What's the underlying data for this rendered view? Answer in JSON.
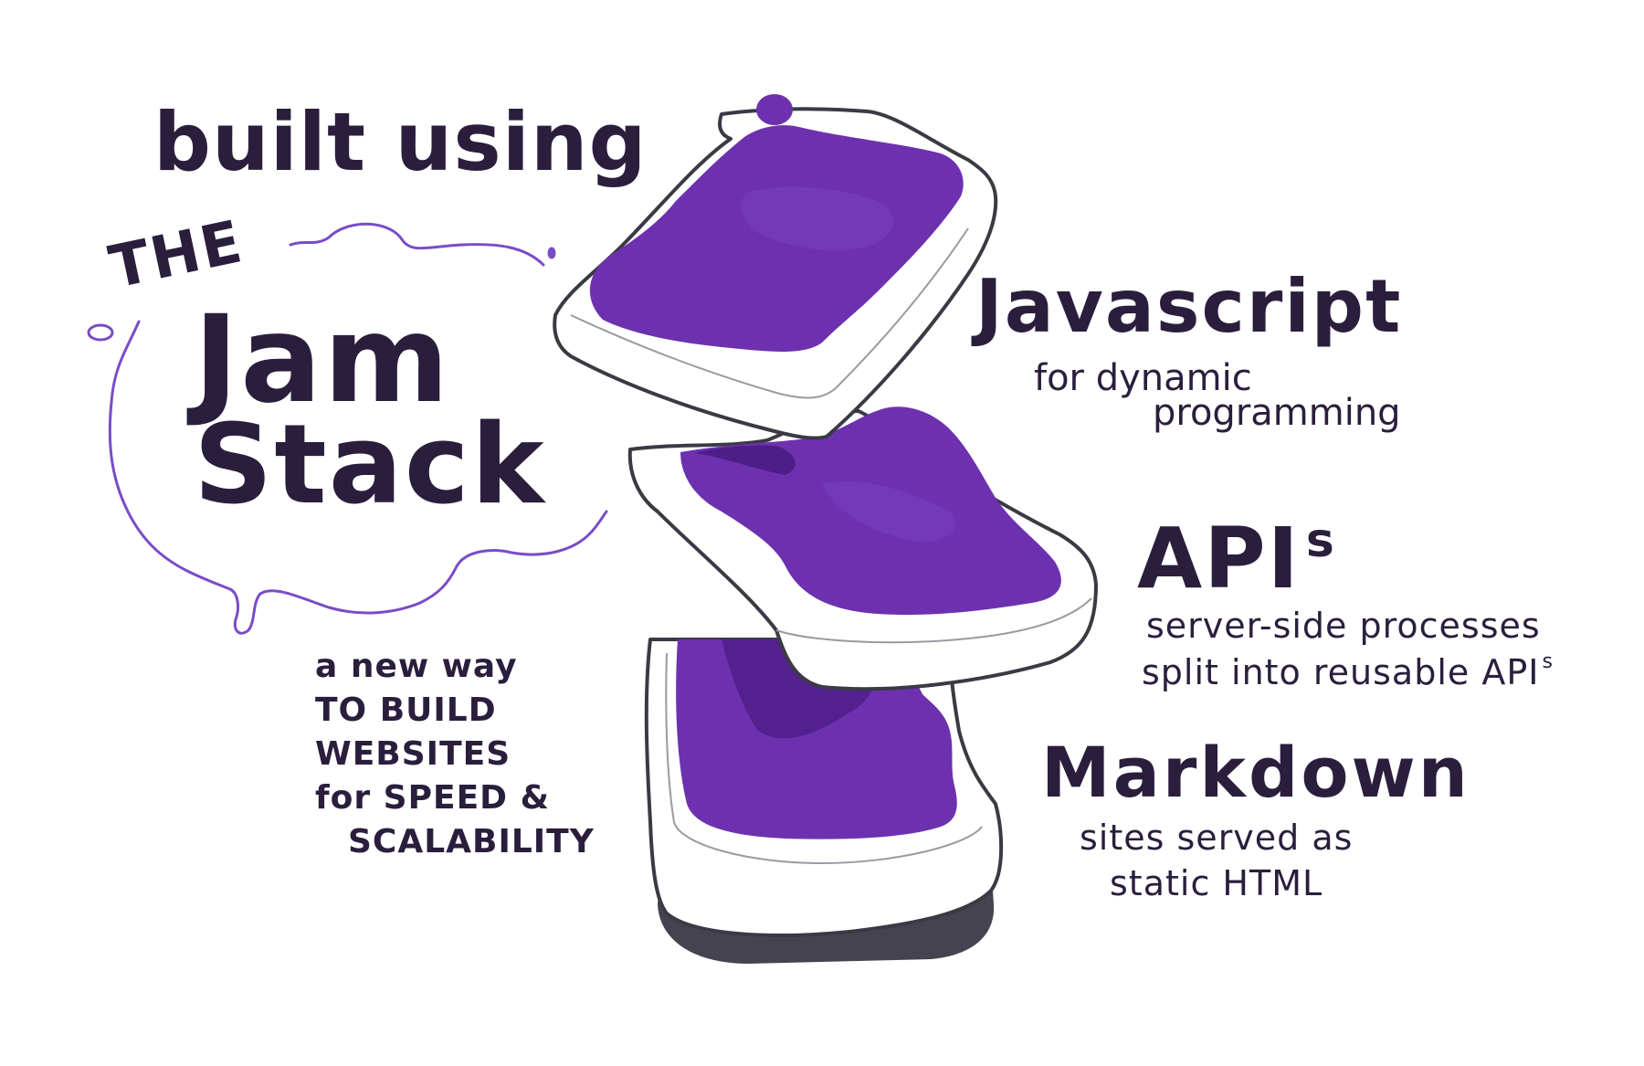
{
  "colors": {
    "ink": "#2b1e3d",
    "jam": "#6d31b0",
    "jam_dark": "#4e1e88",
    "jam_light": "#7a3fbe",
    "splat_outline": "#7a4cc7",
    "bread_outline": "#3a3a45",
    "bread_inner_outline": "#9a9aa2",
    "bread_fill": "#ffffff",
    "shadow": "#45434f"
  },
  "title": {
    "prefix": "built using",
    "the": "THE",
    "line1": "Jam",
    "line2": "Stack"
  },
  "tagline": {
    "lines": [
      "a new way",
      "TO BUILD",
      "WEBSITES",
      "for SPEED &",
      "SCALABILITY"
    ]
  },
  "sections": [
    {
      "heading": "Javascript",
      "description_lines": [
        "for dynamic",
        "programming"
      ]
    },
    {
      "heading": "API",
      "heading_superscript": "s",
      "description_lines": [
        "server-side processes",
        "split into reusable API"
      ],
      "description_superscript": "s"
    },
    {
      "heading": "Markdown",
      "description_lines": [
        "sites served as",
        "static HTML"
      ]
    }
  ],
  "illustration": {
    "subject": "stack-of-three-jam-toast-slices",
    "slices": [
      "top-slice",
      "middle-slice",
      "bottom-slice"
    ]
  }
}
